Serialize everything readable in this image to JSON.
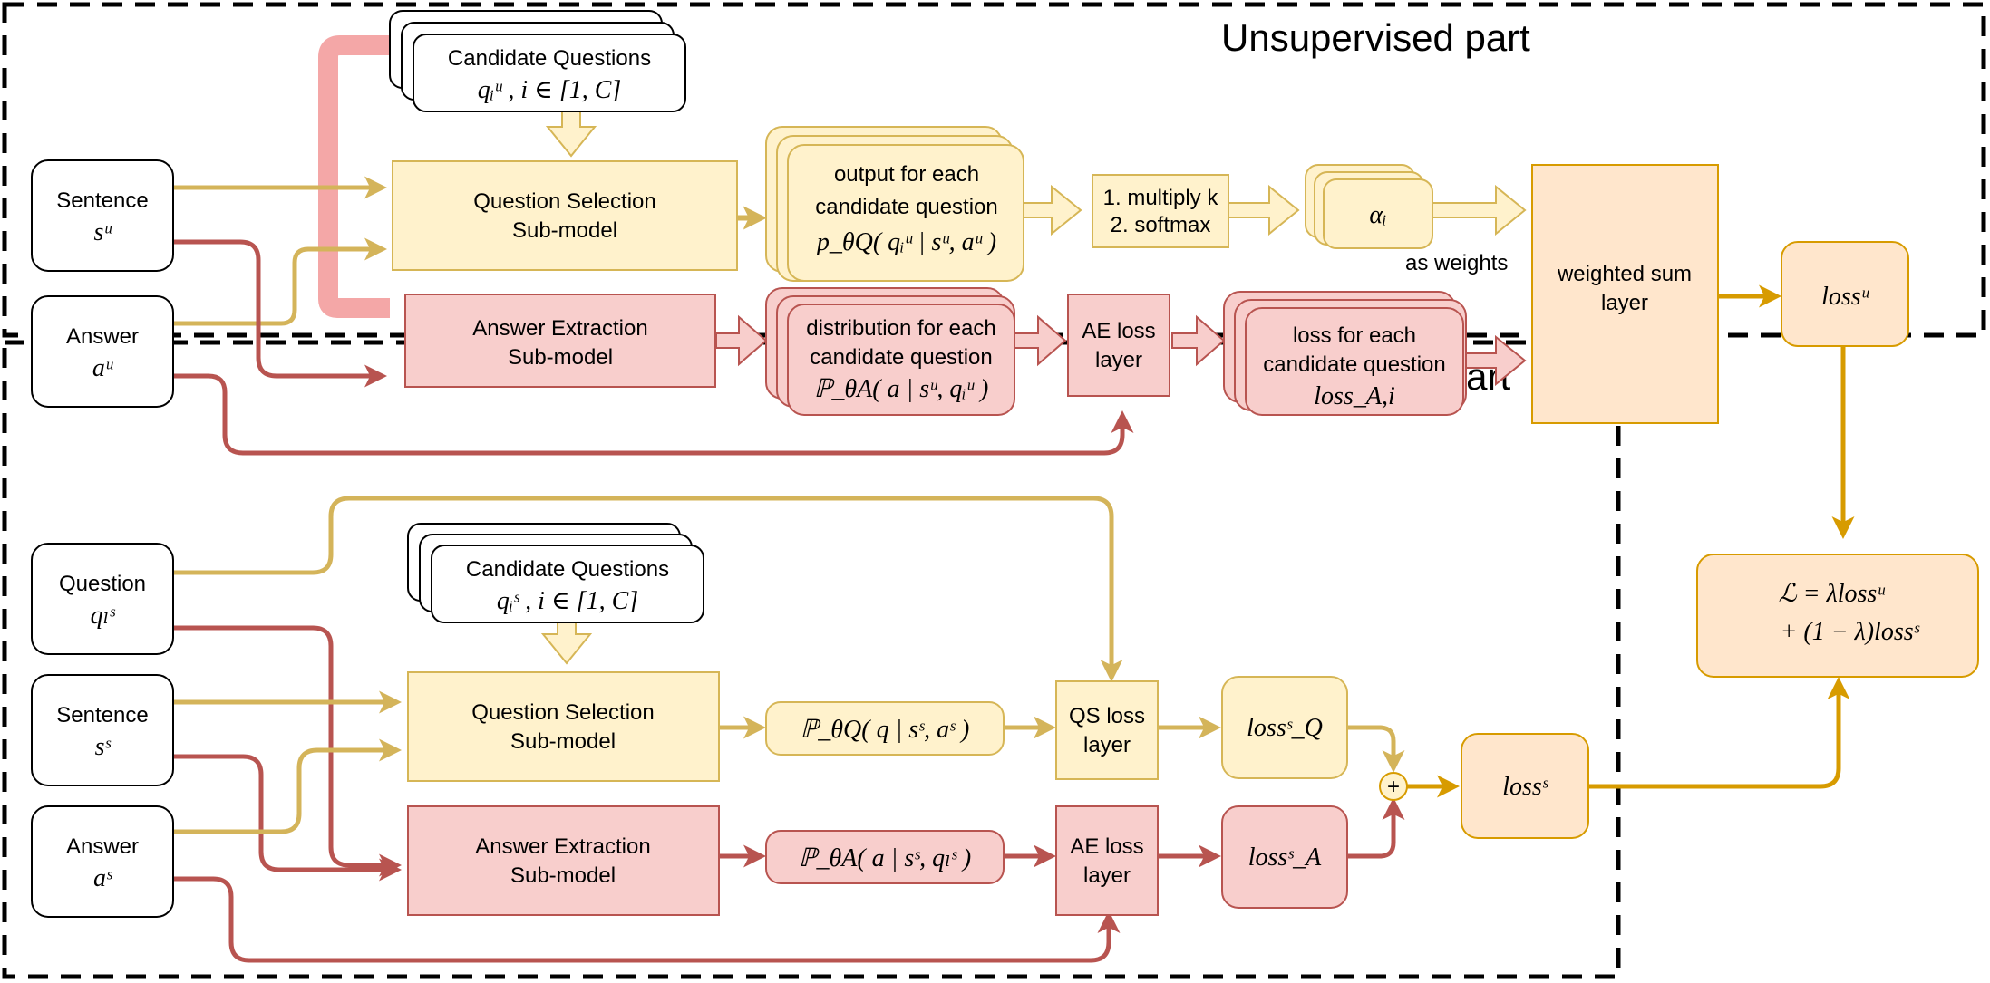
{
  "sections": {
    "unsupervised_title": "Unsupervised part",
    "supervised_title": "Supervised part"
  },
  "unsupervised": {
    "sentence": {
      "label": "Sentence",
      "symbol": "sᵘ"
    },
    "answer": {
      "label": "Answer",
      "symbol": "aᵘ"
    },
    "candidates": {
      "label": "Candidate Questions",
      "formula": "qᵢᵘ , i ∈ [1, C]"
    },
    "qs_model": {
      "line1": "Question Selection",
      "line2": "Sub-model"
    },
    "ae_model": {
      "line1": "Answer Extraction",
      "line2": "Sub-model"
    },
    "qs_output": {
      "line1": "output for each",
      "line2": "candidate question",
      "formula": "p_θQ( qᵢᵘ | sᵘ, aᵘ )"
    },
    "multiply": {
      "line1": "1. multiply k",
      "line2": "2. softmax"
    },
    "alpha": "αᵢ",
    "as_weights": "as weights",
    "ae_output": {
      "line1": "distribution for each",
      "line2": "candidate question",
      "formula": "ℙ_θA( a | sᵘ, qᵢᵘ )"
    },
    "ae_loss": {
      "line1": "AE loss",
      "line2": "layer"
    },
    "loss_each": {
      "line1": "loss for each",
      "line2": "candidate question",
      "formula": "loss_A,i"
    },
    "weighted_sum": {
      "line1": "weighted sum",
      "line2": "layer"
    },
    "loss_u": "lossᵘ"
  },
  "supervised": {
    "question": {
      "label": "Question",
      "symbol": "qₗˢ"
    },
    "sentence": {
      "label": "Sentence",
      "symbol": "sˢ"
    },
    "answer": {
      "label": "Answer",
      "symbol": "aˢ"
    },
    "candidates": {
      "label": "Candidate Questions",
      "formula": "qᵢˢ , i ∈ [1, C]"
    },
    "qs_model": {
      "line1": "Question Selection",
      "line2": "Sub-model"
    },
    "ae_model": {
      "line1": "Answer Extraction",
      "line2": "Sub-model"
    },
    "qs_output": "ℙ_θQ( q | sˢ, aˢ )",
    "ae_output": "ℙ_θA( a | sˢ, qₗˢ )",
    "qs_loss": {
      "line1": "QS loss",
      "line2": "layer"
    },
    "ae_loss": {
      "line1": "AE loss",
      "line2": "layer"
    },
    "loss_q": "lossˢ_Q",
    "loss_a": "lossˢ_A",
    "plus": "+",
    "loss_s": "lossˢ"
  },
  "total_loss": {
    "line1": "ℒ = λlossᵘ",
    "line2": "+ (1 − λ)lossˢ"
  },
  "colors": {
    "yellow_fill": "#fff2cc",
    "yellow_stroke": "#d6b656",
    "red_fill": "#f8cecc",
    "red_stroke": "#b85450",
    "orange_fill": "#ffe6cc",
    "orange_stroke": "#d79b00",
    "yellow_arrow": "#d4b45a",
    "red_arrow": "#b85450",
    "orange_arrow": "#d79b00"
  }
}
